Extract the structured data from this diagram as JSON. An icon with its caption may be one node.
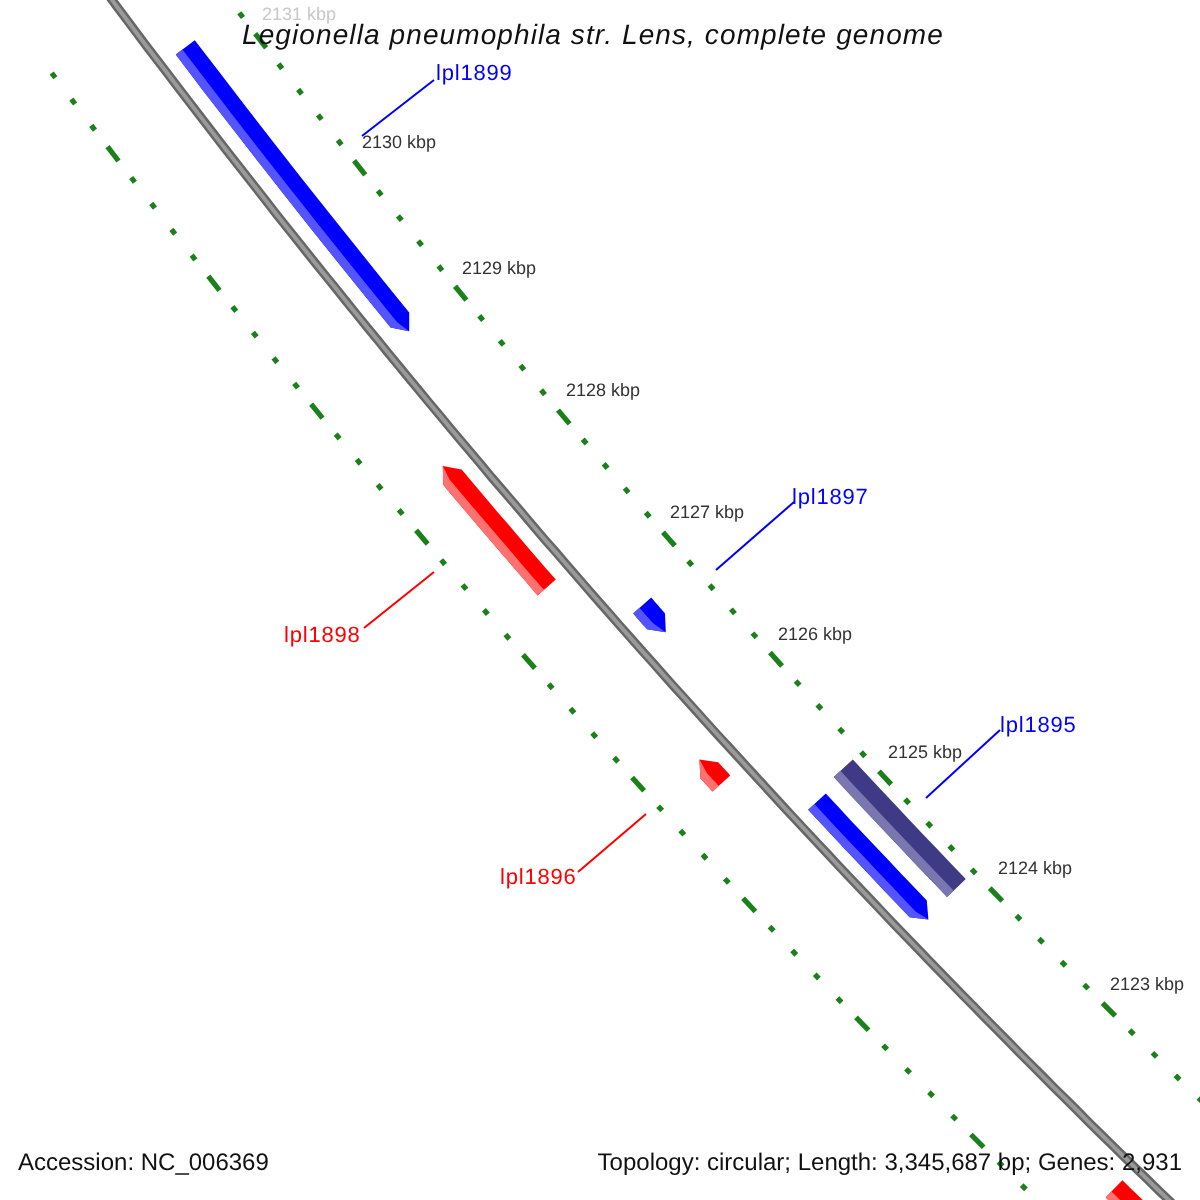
{
  "diagram": {
    "title": "Legionella pneumophila str. Lens, complete genome",
    "nodes": [
      {
        "text": [
          "lpl1899"
        ]
      },
      {
        "text": [],
        "shape": "bar"
      },
      {
        "text": [
          "lpl1897"
        ]
      },
      {
        "text": [],
        "shape": "bar"
      },
      {
        "text": [
          "lpl1898"
        ]
      },
      {
        "text": [],
        "shape": "bar"
      },
      {
        "text": [
          "lpl1896"
        ]
      },
      {
        "text": [],
        "shape": "bar"
      },
      {
        "text": [
          "lpl1895"
        ]
      },
      {
        "text": [],
        "shape": "bar"
      },
      {
        "text": [],
        "shape": "bar"
      },
      {
        "text": [],
        "shape": "bar"
      }
    ],
    "edges": [
      {
        "from": 0,
        "to": 1,
        "arrow": "none"
      },
      {
        "from": 2,
        "to": 3,
        "arrow": "none"
      },
      {
        "from": 4,
        "to": 5,
        "arrow": "none",
        "color": "#ff0000"
      },
      {
        "from": 6,
        "to": 7,
        "arrow": "none",
        "color": "#ff0000"
      },
      {
        "from": 8,
        "to": 9,
        "arrow": "none"
      }
    ],
    "labels": [
      "2131 kbp",
      "2130 kbp",
      "2129 kbp",
      "2128 kbp",
      "2127 kbp",
      "2126 kbp",
      "2125 kbp",
      "2124 kbp",
      "2123 kbp",
      "Accession: NC_006369",
      "Topology: circular; Length: 3,345,687 bp; Genes: 2,931"
    ]
  }
}
